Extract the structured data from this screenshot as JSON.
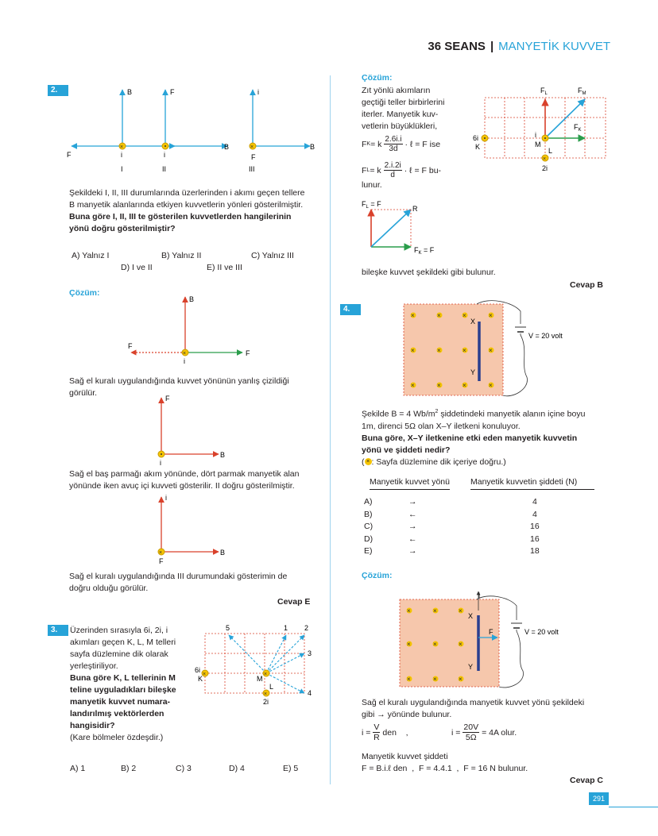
{
  "header": {
    "title_bold": "36 SEANS",
    "separator": "|",
    "title": "MANYETİK KUVVET"
  },
  "q2": {
    "number": "2.",
    "fig_labels": {
      "B": "B",
      "F": "F",
      "i": "i",
      "n1": "I",
      "n2": "II",
      "n3": "III"
    },
    "text1": "Şekildeki I, II, III durumlarında üzerlerinden i akımı geçen tellere",
    "text2": "B manyetik alanlarında etkiyen kuvvetlerin yönleri gösterilmiştir.",
    "question1": "Buna göre I, II, III te gösterilen kuvvetlerden hangilerinin",
    "question2": "yönü doğru gösterilmiştir?",
    "options": [
      "A) Yalnız I",
      "B) Yalnız II",
      "C) Yalnız III",
      "D) I ve II",
      "E) II ve III"
    ],
    "solution_label": "Çözüm:",
    "sol1_l1": "Sağ el kuralı uygulandığında kuvvet yönünün yanlış çizildiği",
    "sol1_l2": "görülür.",
    "sol2_l1": "Sağ el baş parmağı akım yönünde, dört parmak manyetik alan",
    "sol2_l2": "yönünde iken avuç içi kuvveti gösterilir. II doğru gösterilmiştir.",
    "sol3_l1": "Sağ el kuralı uygulandığında III durumundaki gösterimin de",
    "sol3_l2": "doğru olduğu görülür.",
    "answer": "Cevap E"
  },
  "q3": {
    "number": "3.",
    "lines": [
      "Üzerinden sırasıyla 6i, 2i, i",
      "akımları geçen K, L, M telleri",
      "sayfa düzlemine dik olarak",
      "yerleştiriliyor."
    ],
    "bold_lines": [
      "Buna göre K, L tellerinin M",
      "teline uyguladıkları bileşke",
      "manyetik kuvvet numara-",
      "landırılmış vektörlerden",
      "hangisidir?"
    ],
    "note": "(Kare bölmeler özdeşdir.)",
    "fig": {
      "k_cur": "6i",
      "k": "K",
      "m": "M",
      "l": "L",
      "l_cur": "2i",
      "v1": "1",
      "v2": "2",
      "v3": "3",
      "v4": "4",
      "v5": "5"
    },
    "options": [
      "A) 1",
      "B) 2",
      "C) 3",
      "D) 4",
      "E) 5"
    ]
  },
  "r_sol": {
    "label": "Çözüm:",
    "lines": [
      "Zıt yönlü akımların",
      "geçtiği teller birbirlerini",
      "iterler. Manyetik kuv-",
      "vetlerin büyüklükleri,"
    ],
    "fk_pre": "F",
    "fk_sub": "K",
    "fk_eq": " = k",
    "fk_num": "2.6i.i",
    "fk_den": "3d",
    "fk_post": "· ℓ = F ise",
    "fl_pre": "F",
    "fl_sub": "L",
    "fl_eq": " = k",
    "fl_num": "2.i.2i",
    "fl_den": "d",
    "fl_post": "· ℓ = F bu-",
    "fl_end": "lunur.",
    "fig": {
      "fl": "F",
      "fl_sub": "L",
      "fm": "F",
      "fm_sub": "M",
      "fk": "F",
      "fk_sub": "K",
      "k_cur": "6i",
      "k": "K",
      "i": "i",
      "m": "M",
      "l": "L",
      "l_cur": "2i"
    },
    "vec": {
      "fl": "F",
      "fl_sub": "L",
      "fl_val": " = F",
      "r": "R",
      "fk": "F",
      "fk_sub": "K",
      "fk_val": " = F"
    },
    "result": "bileşke kuvvet şekildeki gibi bulunur.",
    "answer": "Cevap B"
  },
  "q4": {
    "number": "4.",
    "fig": {
      "x": "X",
      "y": "Y",
      "v": "V = 20 volt"
    },
    "line1_pre": "Şekilde B = 4 Wb/m",
    "line1_sup": "2",
    "line1_post": " şiddetindeki manyetik alanın içine boyu",
    "line2": "1m, direnci 5Ω olan X–Y iletkeni konuluyor.",
    "q1": "Buna göre, X–Y iletkenine etki eden manyetik kuvvetin",
    "q2": "yönü ve şiddeti nedir?",
    "note_pre": "(",
    "note_post": ": Sayfa düzlemine dik içeriye doğru.)",
    "table": {
      "h1": "Manyetik kuvvet yönü",
      "h2": "Manyetik kuvvetin şiddeti (N)",
      "rows": [
        {
          "opt": "A)",
          "dir": "→",
          "val": "4"
        },
        {
          "opt": "B)",
          "dir": "←",
          "val": "4"
        },
        {
          "opt": "C)",
          "dir": "→",
          "val": "16"
        },
        {
          "opt": "D)",
          "dir": "←",
          "val": "16"
        },
        {
          "opt": "E)",
          "dir": "→",
          "val": "18"
        }
      ]
    },
    "sol_label": "Çözüm:",
    "sol_fig": {
      "i": "i",
      "x": "X",
      "y": "Y",
      "f": "F",
      "v": "V = 20 volt"
    },
    "sol_l1": "Sağ el kuralı uygulandığında manyetik kuvvet yönü şekildeki",
    "sol_l2": "gibi → yönünde bulunur.",
    "i_eq1": "i =",
    "i_num1": "V",
    "i_den1": "R",
    "i_post1": "den    ,",
    "i_eq2": "i =",
    "i_num2": "20V",
    "i_den2": "5Ω",
    "i_post2": "= 4A olur.",
    "force_label": "Manyetik kuvvet şiddeti",
    "force_eq": "F = B.i.ℓ den  ,  F = 4.4.1  ,  F = 16 N bulunur.",
    "answer": "Cevap C"
  },
  "page_number": "291"
}
